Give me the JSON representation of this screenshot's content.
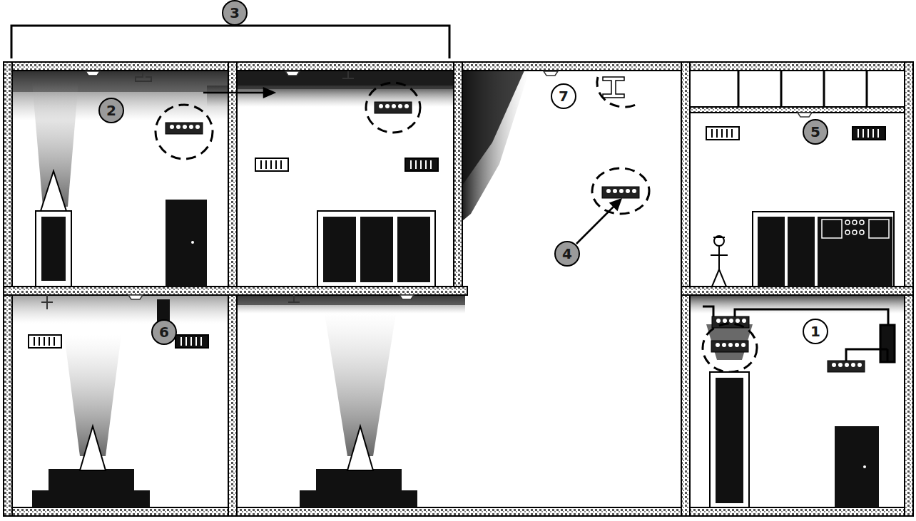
{
  "diagram": {
    "labels": [
      "3",
      "2",
      "7",
      "4",
      "5",
      "1",
      "6"
    ]
  }
}
